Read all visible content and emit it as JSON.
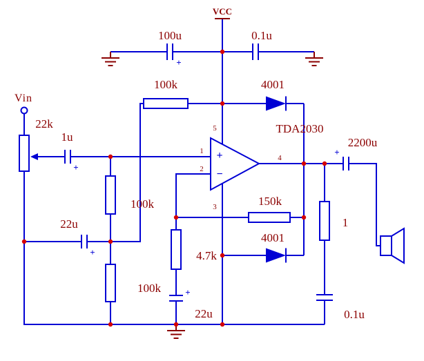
{
  "schematic": {
    "power": {
      "vcc": "VCC"
    },
    "input": {
      "label": "Vin"
    },
    "ic": {
      "name": "TDA2030",
      "pins": {
        "p1": "1",
        "p2": "2",
        "p3": "3",
        "p4": "4",
        "p5": "5"
      },
      "noninverting": "+",
      "inverting": "−"
    },
    "components": {
      "c_supply_100u": "100u",
      "c_supply_01u": "0.1u",
      "r_bias_top": "100k",
      "d_top": "4001",
      "pot_volume": "22k",
      "c_input": "1u",
      "r_bias_mid": "100k",
      "c_bypass": "22u",
      "r_bias_bottom": "100k",
      "r_feedback": "150k",
      "d_bottom": "4001",
      "r_gain": "4.7k",
      "c_gain": "22u",
      "c_output": "2200u",
      "r_zobel": "1",
      "c_zobel": "0.1u"
    },
    "polarity_mark": "+"
  },
  "colors": {
    "wire": "#0000d4",
    "label": "#8b0000",
    "power_port": "#8b0000",
    "junction": "#d40000",
    "background": "#ffffff"
  }
}
